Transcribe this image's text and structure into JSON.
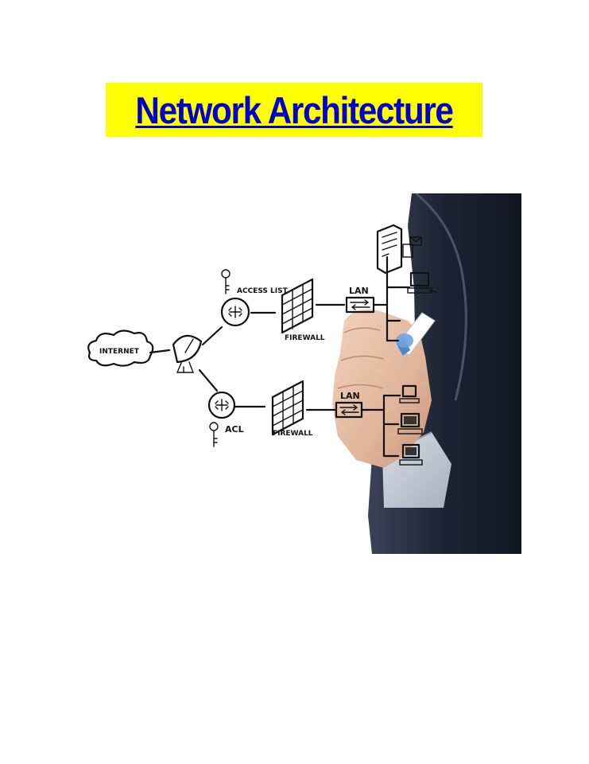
{
  "title": "Network Architecture",
  "colors": {
    "banner": "#ffff00",
    "title_text": "#0000cc",
    "suit": "#1c2433",
    "skin": "#e8c2a8",
    "ink": "#111111"
  },
  "diagram": {
    "internet": "INTERNET",
    "access_list": "ACCESS LIST",
    "acl": "ACL",
    "firewall_top": "FIREWALL",
    "firewall_bottom": "FIREWALL",
    "lan_top": "LAN",
    "lan_bottom": "LAN"
  },
  "icons": [
    "cloud-icon",
    "satellite-dish-icon",
    "router-icon",
    "key-icon",
    "firewall-icon",
    "switch-icon",
    "server-icon",
    "desktop-computer-icon",
    "hand-with-marker"
  ]
}
